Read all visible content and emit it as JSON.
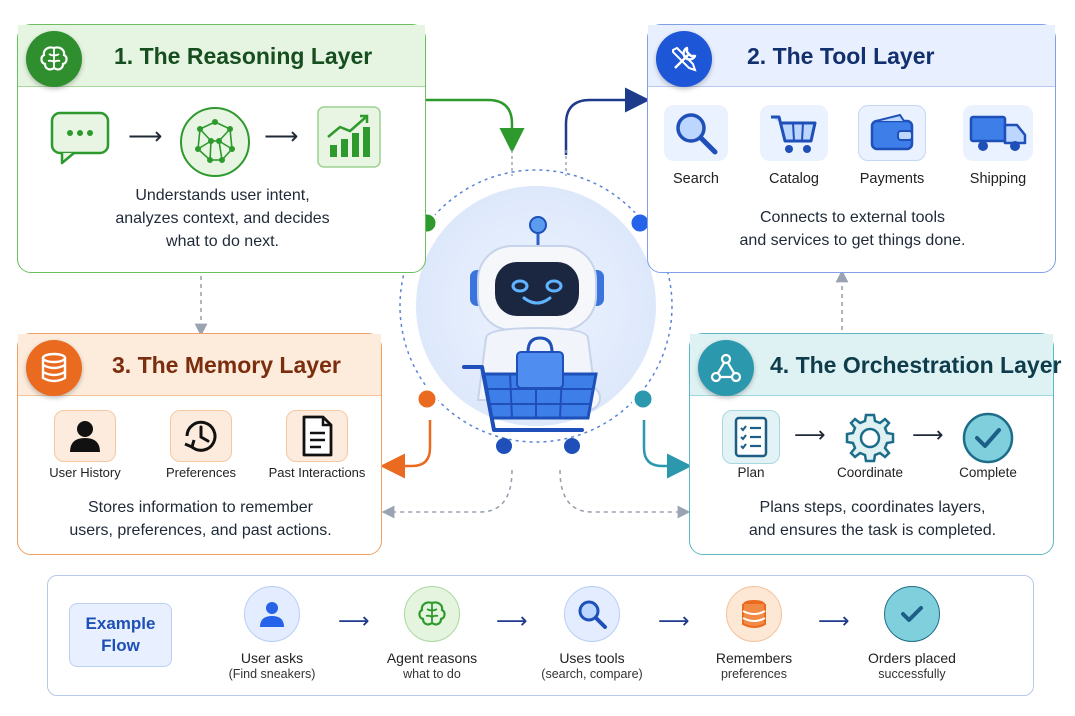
{
  "colors": {
    "reasoning": "#2f8f2f",
    "tool": "#1e56d8",
    "memory": "#ea6a1f",
    "orchestration": "#2b98ae",
    "accent_navy": "#1e3a8a"
  },
  "reasoning": {
    "title": "1. The Reasoning Layer",
    "badge_icon": "brain-icon",
    "icons": [
      "chat-bubble-icon",
      "neural-network-icon",
      "growth-chart-icon"
    ],
    "desc": [
      "Understands user intent,",
      "analyzes context, and decides",
      "what to do next."
    ]
  },
  "tool": {
    "title": "2. The Tool Layer",
    "badge_icon": "tools-icon",
    "items": [
      {
        "label": "Search",
        "icon": "magnifier-icon"
      },
      {
        "label": "Catalog",
        "icon": "cart-icon"
      },
      {
        "label": "Payments",
        "icon": "wallet-icon"
      },
      {
        "label": "Shipping",
        "icon": "truck-icon"
      }
    ],
    "desc": [
      "Connects to external tools",
      "and services to get things done."
    ]
  },
  "memory": {
    "title": "3. The Memory Layer",
    "badge_icon": "database-icon",
    "items": [
      {
        "label": "User History",
        "icon": "user-icon"
      },
      {
        "label": "Preferences",
        "icon": "clock-icon"
      },
      {
        "label": "Past Interactions",
        "icon": "document-icon"
      }
    ],
    "desc": [
      "Stores information to remember",
      "users, preferences, and past actions."
    ]
  },
  "orchestration": {
    "title": "4. The Orchestration Layer",
    "badge_icon": "network-nodes-icon",
    "items": [
      {
        "label": "Plan",
        "icon": "checklist-icon"
      },
      {
        "label": "Coordinate",
        "icon": "gear-icon"
      },
      {
        "label": "Complete",
        "icon": "checkmark-icon"
      }
    ],
    "desc": [
      "Plans steps, coordinates layers,",
      "and ensures the task is completed."
    ]
  },
  "center": {
    "icon": "robot-shopping-cart-icon"
  },
  "flow": {
    "label": [
      "Example",
      "Flow"
    ],
    "steps": [
      {
        "title": "User asks",
        "sub": "(Find sneakers)",
        "icon": "user-icon"
      },
      {
        "title": "Agent reasons",
        "sub": "what to do",
        "icon": "brain-icon"
      },
      {
        "title": "Uses tools",
        "sub": "(search, compare)",
        "icon": "magnifier-icon"
      },
      {
        "title": "Remembers",
        "sub": "preferences",
        "icon": "database-icon"
      },
      {
        "title": "Orders placed",
        "sub": "successfully",
        "icon": "checkmark-icon"
      }
    ]
  }
}
